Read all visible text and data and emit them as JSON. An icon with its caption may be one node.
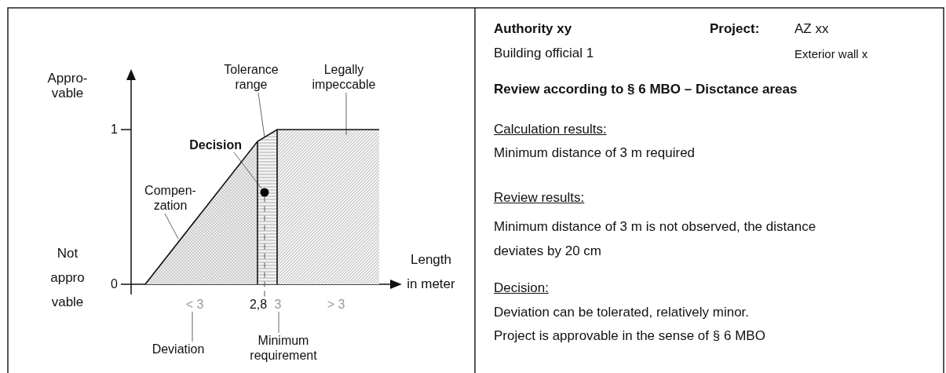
{
  "diagram": {
    "nodes": [
      {
        "text": [
          "Tolerance range"
        ]
      },
      {
        "text": [],
        "shape": "box"
      },
      {
        "text": [
          "Legally impeccable"
        ]
      },
      {
        "text": [],
        "shape": "box"
      },
      {
        "text": [
          "Decision"
        ]
      },
      {
        "text": [],
        "shape": "circle",
        "in": 1
      },
      {
        "text": [
          "Compen- zation"
        ]
      },
      {
        "text": [],
        "shape": "triangle"
      },
      {
        "text": [
          "Deviation"
        ]
      },
      {
        "text": [
          "< 3"
        ]
      },
      {
        "text": [
          "Minimum requirement"
        ]
      },
      {
        "text": [
          "3"
        ]
      },
      {
        "text": [
          "2,8"
        ]
      }
    ],
    "edges": [
      {
        "from": 0,
        "to": 1,
        "arrow": "none"
      },
      {
        "from": 2,
        "to": 3,
        "arrow": "none"
      },
      {
        "from": 4,
        "to": 5,
        "arrow": "none"
      },
      {
        "from": 6,
        "to": 7,
        "arrow": "none"
      },
      {
        "from": 8,
        "to": 9,
        "arrow": "none"
      },
      {
        "from": 10,
        "to": 11,
        "arrow": "none"
      },
      {
        "from": 5,
        "to": 12,
        "arrow": "none",
        "style": "dashed"
      }
    ],
    "labels": [
      "Appro- vable",
      "1",
      "Not appro vable",
      "0",
      "Length in meter",
      "> 3",
      "Authority xy",
      "Project:",
      "AZ xx",
      "Building official 1",
      "Exterior wall x",
      "Review according to § 6 MBO – Disctance areas",
      "Calculation results:",
      "Minimum distance of 3 m required",
      "Review results:",
      "Minimum distance of 3 m is not observed, the distance deviates by 20 cm",
      "Decision:",
      "Deviation can be tolerated, relatively minor.",
      "Project is approvable in the sense of § 6 MBO"
    ]
  }
}
